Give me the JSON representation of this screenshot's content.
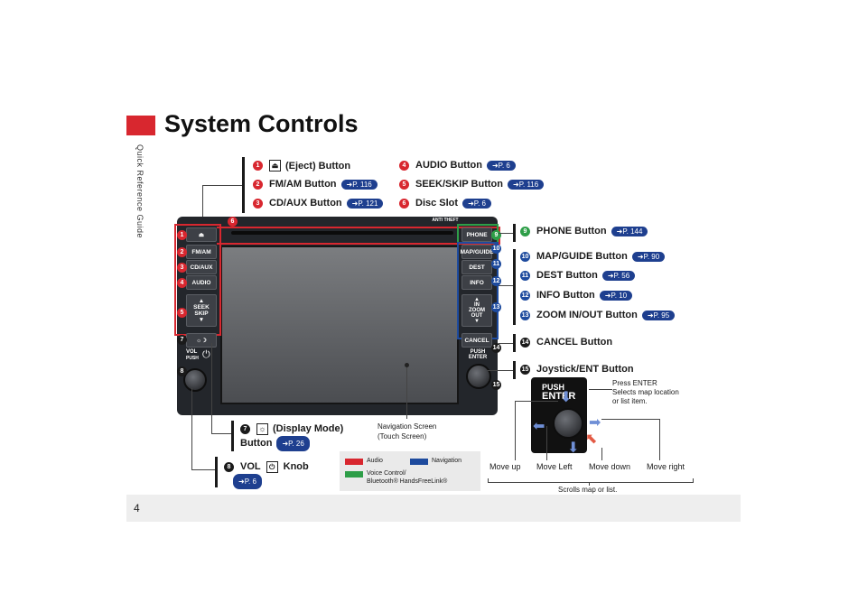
{
  "page": {
    "number": "4",
    "sidebar": "Quick Reference Guide",
    "title": "System Controls"
  },
  "callouts_left": [
    {
      "num": "1",
      "label": "(Eject) Button",
      "icon": "eject-icon",
      "ref": ""
    },
    {
      "num": "2",
      "label": "FM/AM Button",
      "ref": "P. 116"
    },
    {
      "num": "3",
      "label": "CD/AUX Button",
      "ref": "P. 121"
    }
  ],
  "callouts_mid": [
    {
      "num": "4",
      "label": "AUDIO Button",
      "ref": "P. 6"
    },
    {
      "num": "5",
      "label": "SEEK/SKIP Button",
      "ref": "P. 116"
    },
    {
      "num": "6",
      "label": "Disc Slot",
      "ref": "P. 6"
    }
  ],
  "callouts_right": [
    {
      "num": "9",
      "label": "PHONE Button",
      "ref": "P. 144"
    },
    {
      "num": "10",
      "label": "MAP/GUIDE Button",
      "ref": "P. 90"
    },
    {
      "num": "11",
      "label": "DEST Button",
      "ref": "P. 56"
    },
    {
      "num": "12",
      "label": "INFO Button",
      "ref": "P. 10"
    },
    {
      "num": "13",
      "label": "ZOOM IN/OUT Button",
      "ref": "P. 95"
    },
    {
      "num": "14",
      "label": "CANCEL Button",
      "ref": ""
    },
    {
      "num": "15",
      "label": "Joystick/ENT Button",
      "ref": ""
    }
  ],
  "callout7": {
    "num": "7",
    "label1": "(Display Mode)",
    "label2": "Button",
    "ref": "P. 26"
  },
  "callout8": {
    "num": "8",
    "label": "VOL",
    "label2": "Knob",
    "ref": "P. 6"
  },
  "device": {
    "left_buttons": [
      "FM/AM",
      "CD/AUX",
      "AUDIO"
    ],
    "seek": [
      "SEEK",
      "SKIP"
    ],
    "right_buttons": [
      "PHONE",
      "MAP/GUIDE",
      "DEST",
      "INFO"
    ],
    "zoom": [
      "IN",
      "ZOOM",
      "OUT"
    ],
    "cancel": "CANCEL",
    "anti_theft": "ANTI THEFT",
    "vol": "VOL",
    "vol_push": "PUSH",
    "push_enter": "PUSH ENTER"
  },
  "nav_screen_label": [
    "Navigation Screen",
    "(Touch Screen)"
  ],
  "legend": {
    "audio": "Audio",
    "navigation": "Navigation",
    "voice1": "Voice Control/",
    "voice2": "Bluetooth® HandsFreeLink®"
  },
  "joystick": {
    "press": "Press ENTER",
    "select1": "Selects map location",
    "select2": "or list item.",
    "moves": [
      "Move up",
      "Move Left",
      "Move down",
      "Move right"
    ],
    "scroll": "Scrolls map or list.",
    "push": "PUSH",
    "enter": "ENTER"
  },
  "colors": {
    "audio": "#d8272f",
    "navigation": "#1e4b9e",
    "voice": "#2e9e48"
  }
}
